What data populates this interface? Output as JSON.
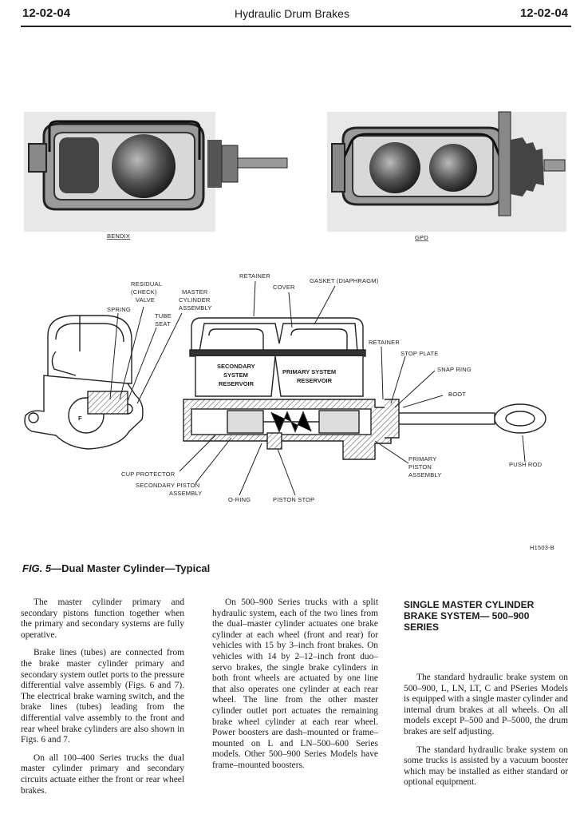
{
  "header": {
    "left": "12-02-04",
    "title": "Hydraulic Drum Brakes",
    "right": "12-02-04"
  },
  "figure": {
    "top_labels": {
      "bendix": "BENDIX",
      "gpd": "GPD"
    },
    "callouts": {
      "retainer_top": "RETAINER",
      "cover": "COVER",
      "gasket": "GASKET (DIAPHRAGM)",
      "residual_1": "RESIDUAL",
      "residual_2": "(CHECK)",
      "residual_3": "VALVE",
      "master_1": "MASTER",
      "master_2": "CYLINDER",
      "master_3": "ASSEMBLY",
      "spring": "SPRING",
      "tube_1": "TUBE",
      "tube_2": "SEAT",
      "retainer_right": "RETAINER",
      "stop_plate": "STOP PLATE",
      "snap_ring": "SNAP RING",
      "boot": "BOOT",
      "sec_res_1": "SECONDARY",
      "sec_res_2": "SYSTEM",
      "sec_res_3": "RESERVOIR",
      "pri_res_1": "PRIMARY SYSTEM",
      "pri_res_2": "RESERVOIR",
      "f_mark": "F",
      "cup_protector": "CUP PROTECTOR",
      "sec_piston_1": "SECONDARY PISTON",
      "sec_piston_2": "ASSEMBLY",
      "o_ring": "O-RING",
      "piston_stop": "PISTON STOP",
      "pri_piston_1": "PRIMARY",
      "pri_piston_2": "PISTON",
      "pri_piston_3": "ASSEMBLY",
      "push_rod": "PUSH ROD",
      "fig_code": "H1503-B"
    }
  },
  "caption": {
    "fig": "FIG. 5",
    "text": "—Dual Master Cylinder—Typical"
  },
  "col1": {
    "p1": "The master cylinder primary and secondary pistons function together when the primary and secondary systems are fully operative.",
    "p2": "Brake lines (tubes) are connected from the brake master cylinder primary and secondary system outlet ports to the pressure differential valve assembly (Figs. 6 and 7). The electrical brake warning switch, and the brake lines (tubes) leading from the differential valve assembly to the front and rear wheel brake cylinders are also shown in Figs. 6 and 7.",
    "p3": "On all 100–400 Series trucks the dual master cylinder primary and secondary circuits actuate either the front or rear wheel brakes."
  },
  "col2": {
    "p1": "On 500–900 Series trucks with a split hydraulic system, each of the two lines from the dual–master cylinder actuates one brake cylinder at each wheel (front and rear) for vehicles with 15 by 3–inch front brakes. On vehicles with 14 by 2–12–inch front duo–servo brakes, the single brake cylinders in both front wheels are actuated by one line that also operates one cylinder at each rear wheel. The line from the other master cylinder outlet port actuates the remaining brake wheel cylinder at each rear wheel. Power boosters are dash–mounted or frame–mounted on L and LN–500–600 Series models. Other 500–900 Series Models have frame–mounted boosters."
  },
  "col3": {
    "heading_1": "SINGLE MASTER CYLINDER",
    "heading_2": "BRAKE SYSTEM— 500–900",
    "heading_3": "SERIES",
    "p1": "The standard hydraulic brake system on 500–900, L, LN, LT, C and PSeries Models is equipped with a single master cylinder and internal drum brakes at all wheels. On all models except P–500 and P–5000, the drum brakes are self adjusting.",
    "p2": "The standard hydraulic brake system on some trucks is assisted by a vacuum booster which may be installed as either standard or optional equipment."
  }
}
